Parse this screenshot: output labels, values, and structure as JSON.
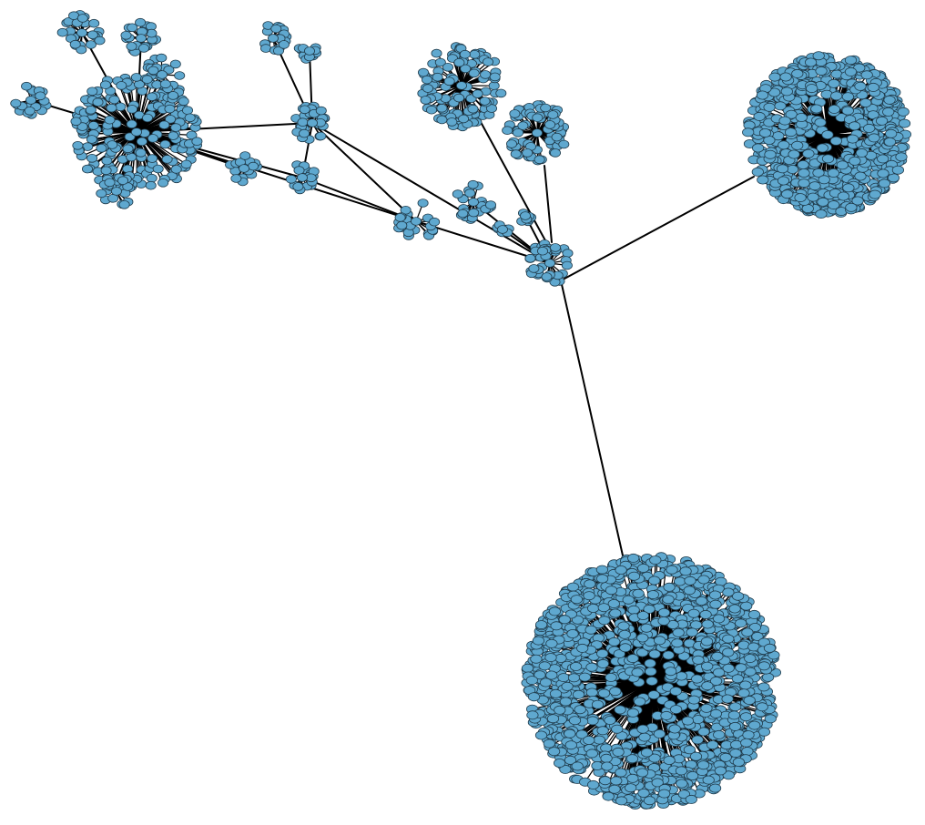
{
  "diagram": {
    "type": "network-graph",
    "background": "#ffffff",
    "node_color": "#5fa8cf",
    "node_stroke": "#1f3a4a",
    "edge_color": "#000000",
    "clusters": [
      {
        "id": "hub-central",
        "nodes": 40
      },
      {
        "id": "cluster-bottom-large",
        "nodes": 1400
      },
      {
        "id": "cluster-right-large",
        "nodes": 700
      },
      {
        "id": "cluster-top-middle",
        "nodes": 110
      },
      {
        "id": "cluster-mid-small",
        "nodes": 70
      },
      {
        "id": "cluster-top-left-dense",
        "nodes": 200
      },
      {
        "id": "cluster-left-edge",
        "nodes": 20
      },
      {
        "id": "cluster-top-left-1",
        "nodes": 25
      },
      {
        "id": "cluster-top-left-2",
        "nodes": 22
      },
      {
        "id": "cluster-top-left-3",
        "nodes": 22
      },
      {
        "id": "cluster-lower-left",
        "nodes": 20
      },
      {
        "id": "cluster-top-small-1",
        "nodes": 18
      },
      {
        "id": "cluster-top-small-2",
        "nodes": 12
      },
      {
        "id": "cluster-mid-connector",
        "nodes": 30
      },
      {
        "id": "cluster-small-center-1",
        "nodes": 16
      },
      {
        "id": "cluster-small-center-2",
        "nodes": 18
      },
      {
        "id": "cluster-small-center-3",
        "nodes": 22
      },
      {
        "id": "cluster-mid-row",
        "nodes": 25
      },
      {
        "id": "cluster-tiny-1",
        "nodes": 8
      },
      {
        "id": "cluster-tiny-2",
        "nodes": 8
      }
    ]
  }
}
